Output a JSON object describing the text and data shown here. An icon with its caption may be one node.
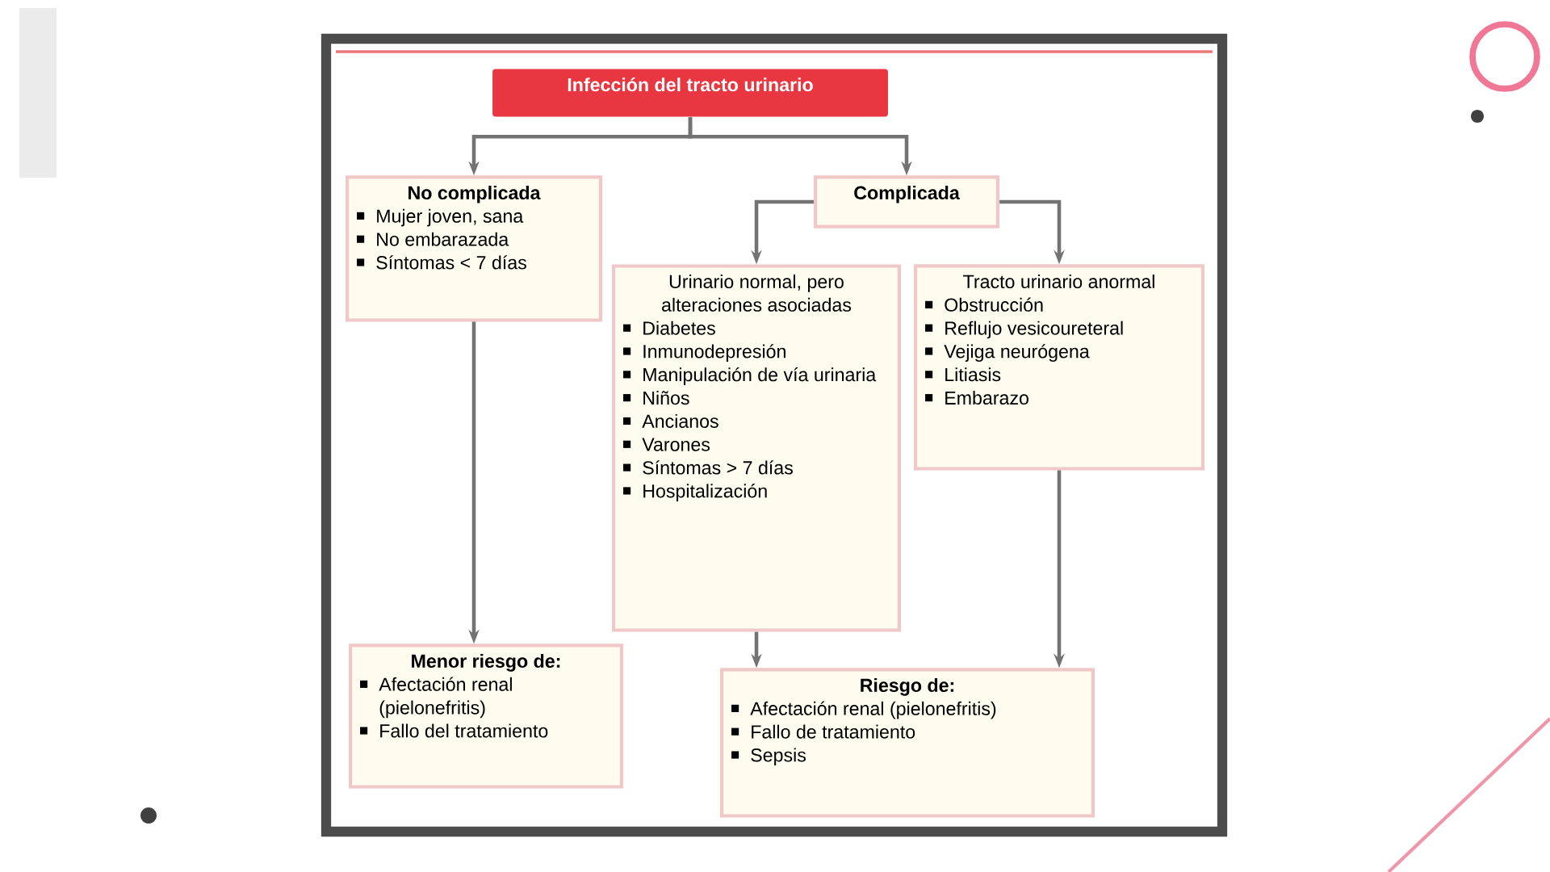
{
  "diagram": {
    "nodes": [
      {
        "text": [
          "Infección del tracto urinario"
        ]
      },
      {
        "text": [
          "No complicada",
          "Mujer joven, sana",
          "No embarazada",
          "Síntomas < 7 días"
        ]
      },
      {
        "text": [
          "Complicada"
        ]
      },
      {
        "text": [
          "Urinario normal, pero alteraciones asociadas",
          "Diabetes",
          "Inmunodepresión",
          "Manipulación de vía urinaria",
          "Niños",
          "Ancianos",
          "Varones",
          "Síntomas > 7 días",
          "Hospitalización"
        ]
      },
      {
        "text": [
          "Tracto urinario anormal",
          "Obstrucción",
          "Reflujo vesicoureteral",
          "Vejiga neurógena",
          "Litiasis",
          "Embarazo"
        ]
      },
      {
        "text": [
          "Menor riesgo de:",
          "Afectación renal (pielonefritis)",
          "Fallo del tratamiento"
        ]
      },
      {
        "text": [
          "Riesgo de:",
          "Afectación renal (pielonefritis)",
          "Fallo de tratamiento",
          "Sepsis"
        ]
      }
    ],
    "edges": [
      {
        "from": 0,
        "to": 1,
        "arrow": "to"
      },
      {
        "from": 0,
        "to": 2,
        "arrow": "to"
      },
      {
        "from": 2,
        "to": 3,
        "arrow": "to"
      },
      {
        "from": 2,
        "to": 4,
        "arrow": "to"
      },
      {
        "from": 1,
        "to": 5,
        "arrow": "to"
      },
      {
        "from": 3,
        "to": 6,
        "arrow": "to"
      },
      {
        "from": 4,
        "to": 6,
        "arrow": "to"
      }
    ]
  }
}
